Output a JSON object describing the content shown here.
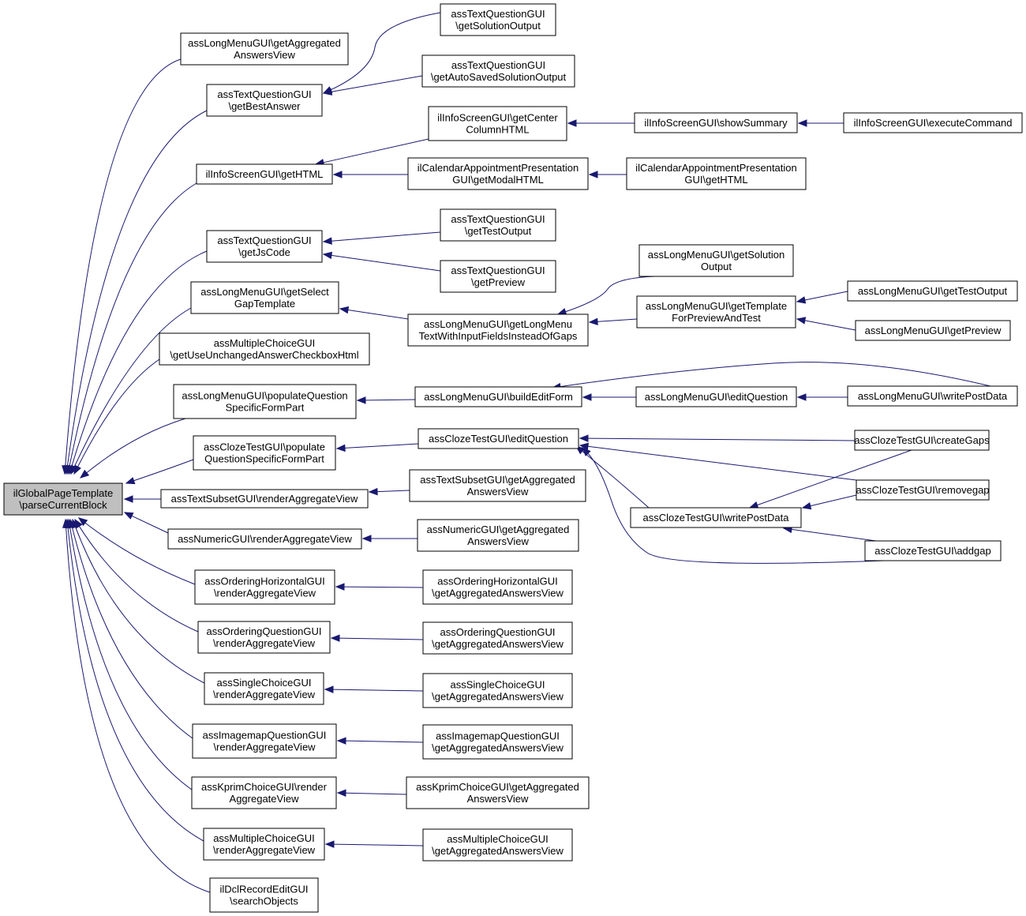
{
  "colors": {
    "edge": "#191970",
    "root_fill": "#bfbfbf",
    "node_fill": "#ffffff",
    "border": "#000000"
  },
  "nodes": [
    {
      "id": "root",
      "lines": [
        "ilGlobalPageTemplate",
        "\\parseCurrentBlock"
      ]
    },
    {
      "id": "lm_getAggregatedAnswersView",
      "lines": [
        "assLongMenuGUI\\getAggregated",
        "AnswersView"
      ]
    },
    {
      "id": "tq_getBestAnswer",
      "lines": [
        "assTextQuestionGUI",
        "\\getBestAnswer"
      ]
    },
    {
      "id": "is_getHTML",
      "lines": [
        "ilInfoScreenGUI\\getHTML"
      ]
    },
    {
      "id": "tq_getJsCode",
      "lines": [
        "assTextQuestionGUI",
        "\\getJsCode"
      ]
    },
    {
      "id": "lm_getSelectGapTemplate",
      "lines": [
        "assLongMenuGUI\\getSelect",
        "GapTemplate"
      ]
    },
    {
      "id": "mc_getUseUnchanged",
      "lines": [
        "assMultipleChoiceGUI",
        "\\getUseUnchangedAnswerCheckboxHtml"
      ]
    },
    {
      "id": "lm_populateQSFP",
      "lines": [
        "assLongMenuGUI\\populateQuestion",
        "SpecificFormPart"
      ]
    },
    {
      "id": "ct_populateQSFP",
      "lines": [
        "assClozeTestGUI\\populate",
        "QuestionSpecificFormPart"
      ]
    },
    {
      "id": "ts_renderAggregateView",
      "lines": [
        "assTextSubsetGUI\\renderAggregateView"
      ]
    },
    {
      "id": "num_renderAggregateView",
      "lines": [
        "assNumericGUI\\renderAggregateView"
      ]
    },
    {
      "id": "oh_renderAggregateView",
      "lines": [
        "assOrderingHorizontalGUI",
        "\\renderAggregateView"
      ]
    },
    {
      "id": "oq_renderAggregateView",
      "lines": [
        "assOrderingQuestionGUI",
        "\\renderAggregateView"
      ]
    },
    {
      "id": "sc_renderAggregateView",
      "lines": [
        "assSingleChoiceGUI",
        "\\renderAggregateView"
      ]
    },
    {
      "id": "im_renderAggregateView",
      "lines": [
        "assImagemapQuestionGUI",
        "\\renderAggregateView"
      ]
    },
    {
      "id": "kp_renderAggregateView",
      "lines": [
        "assKprimChoiceGUI\\render",
        "AggregateView"
      ]
    },
    {
      "id": "mc_renderAggregateView",
      "lines": [
        "assMultipleChoiceGUI",
        "\\renderAggregateView"
      ]
    },
    {
      "id": "dcl_searchObjects",
      "lines": [
        "ilDclRecordEditGUI",
        "\\searchObjects"
      ]
    },
    {
      "id": "tq_getSolutionOutput",
      "lines": [
        "assTextQuestionGUI",
        "\\getSolutionOutput"
      ]
    },
    {
      "id": "tq_getAutoSaved",
      "lines": [
        "assTextQuestionGUI",
        "\\getAutoSavedSolutionOutput"
      ]
    },
    {
      "id": "is_getCenterColumnHTML",
      "lines": [
        "ilInfoScreenGUI\\getCenter",
        "ColumnHTML"
      ]
    },
    {
      "id": "cap_getModalHTML",
      "lines": [
        "ilCalendarAppointmentPresentation",
        "GUI\\getModalHTML"
      ]
    },
    {
      "id": "tq_getTestOutput",
      "lines": [
        "assTextQuestionGUI",
        "\\getTestOutput"
      ]
    },
    {
      "id": "tq_getPreview",
      "lines": [
        "assTextQuestionGUI",
        "\\getPreview"
      ]
    },
    {
      "id": "lm_getLongMenuText",
      "lines": [
        "assLongMenuGUI\\getLongMenu",
        "TextWithInputFieldsInsteadOfGaps"
      ]
    },
    {
      "id": "lm_buildEditForm",
      "lines": [
        "assLongMenuGUI\\buildEditForm"
      ]
    },
    {
      "id": "ct_editQuestion",
      "lines": [
        "assClozeTestGUI\\editQuestion"
      ]
    },
    {
      "id": "ts_getAggregated",
      "lines": [
        "assTextSubsetGUI\\getAggregated",
        "AnswersView"
      ]
    },
    {
      "id": "num_getAggregated",
      "lines": [
        "assNumericGUI\\getAggregated",
        "AnswersView"
      ]
    },
    {
      "id": "oh_getAggregated",
      "lines": [
        "assOrderingHorizontalGUI",
        "\\getAggregatedAnswersView"
      ]
    },
    {
      "id": "oq_getAggregated",
      "lines": [
        "assOrderingQuestionGUI",
        "\\getAggregatedAnswersView"
      ]
    },
    {
      "id": "sc_getAggregated",
      "lines": [
        "assSingleChoiceGUI",
        "\\getAggregatedAnswersView"
      ]
    },
    {
      "id": "im_getAggregated",
      "lines": [
        "assImagemapQuestionGUI",
        "\\getAggregatedAnswersView"
      ]
    },
    {
      "id": "kp_getAggregated",
      "lines": [
        "assKprimChoiceGUI\\getAggregated",
        "AnswersView"
      ]
    },
    {
      "id": "mc_getAggregated",
      "lines": [
        "assMultipleChoiceGUI",
        "\\getAggregatedAnswersView"
      ]
    },
    {
      "id": "is_showSummary",
      "lines": [
        "ilInfoScreenGUI\\showSummary"
      ]
    },
    {
      "id": "cap_getHTML",
      "lines": [
        "ilCalendarAppointmentPresentation",
        "GUI\\getHTML"
      ]
    },
    {
      "id": "lm_getSolutionOutput",
      "lines": [
        "assLongMenuGUI\\getSolution",
        "Output"
      ]
    },
    {
      "id": "lm_getTemplateForPreview",
      "lines": [
        "assLongMenuGUI\\getTemplate",
        "ForPreviewAndTest"
      ]
    },
    {
      "id": "lm_editQuestion",
      "lines": [
        "assLongMenuGUI\\editQuestion"
      ]
    },
    {
      "id": "ct_writePostData",
      "lines": [
        "assClozeTestGUI\\writePostData"
      ]
    },
    {
      "id": "is_executeCommand",
      "lines": [
        "ilInfoScreenGUI\\executeCommand"
      ]
    },
    {
      "id": "lm_getTestOutput",
      "lines": [
        "assLongMenuGUI\\getTestOutput"
      ]
    },
    {
      "id": "lm_getPreview",
      "lines": [
        "assLongMenuGUI\\getPreview"
      ]
    },
    {
      "id": "lm_writePostData",
      "lines": [
        "assLongMenuGUI\\writePostData"
      ]
    },
    {
      "id": "ct_createGaps",
      "lines": [
        "assClozeTestGUI\\createGaps"
      ]
    },
    {
      "id": "ct_removegap",
      "lines": [
        "assClozeTestGUI\\removegap"
      ]
    },
    {
      "id": "ct_addgap",
      "lines": [
        "assClozeTestGUI\\addgap"
      ]
    }
  ],
  "edges": [
    {
      "from": "lm_getAggregatedAnswersView",
      "to": "root"
    },
    {
      "from": "tq_getBestAnswer",
      "to": "root"
    },
    {
      "from": "is_getHTML",
      "to": "root"
    },
    {
      "from": "tq_getJsCode",
      "to": "root"
    },
    {
      "from": "lm_getSelectGapTemplate",
      "to": "root"
    },
    {
      "from": "mc_getUseUnchanged",
      "to": "root"
    },
    {
      "from": "lm_populateQSFP",
      "to": "root"
    },
    {
      "from": "ct_populateQSFP",
      "to": "root"
    },
    {
      "from": "ts_renderAggregateView",
      "to": "root"
    },
    {
      "from": "num_renderAggregateView",
      "to": "root"
    },
    {
      "from": "oh_renderAggregateView",
      "to": "root"
    },
    {
      "from": "oq_renderAggregateView",
      "to": "root"
    },
    {
      "from": "sc_renderAggregateView",
      "to": "root"
    },
    {
      "from": "im_renderAggregateView",
      "to": "root"
    },
    {
      "from": "kp_renderAggregateView",
      "to": "root"
    },
    {
      "from": "mc_renderAggregateView",
      "to": "root"
    },
    {
      "from": "dcl_searchObjects",
      "to": "root"
    },
    {
      "from": "tq_getSolutionOutput",
      "to": "tq_getBestAnswer"
    },
    {
      "from": "tq_getAutoSaved",
      "to": "tq_getBestAnswer"
    },
    {
      "from": "is_getCenterColumnHTML",
      "to": "is_getHTML"
    },
    {
      "from": "cap_getModalHTML",
      "to": "is_getHTML"
    },
    {
      "from": "tq_getTestOutput",
      "to": "tq_getJsCode"
    },
    {
      "from": "tq_getPreview",
      "to": "tq_getJsCode"
    },
    {
      "from": "lm_getLongMenuText",
      "to": "lm_getSelectGapTemplate"
    },
    {
      "from": "lm_buildEditForm",
      "to": "lm_populateQSFP"
    },
    {
      "from": "ct_editQuestion",
      "to": "ct_populateQSFP"
    },
    {
      "from": "ts_getAggregated",
      "to": "ts_renderAggregateView"
    },
    {
      "from": "num_getAggregated",
      "to": "num_renderAggregateView"
    },
    {
      "from": "oh_getAggregated",
      "to": "oh_renderAggregateView"
    },
    {
      "from": "oq_getAggregated",
      "to": "oq_renderAggregateView"
    },
    {
      "from": "sc_getAggregated",
      "to": "sc_renderAggregateView"
    },
    {
      "from": "im_getAggregated",
      "to": "im_renderAggregateView"
    },
    {
      "from": "kp_getAggregated",
      "to": "kp_renderAggregateView"
    },
    {
      "from": "mc_getAggregated",
      "to": "mc_renderAggregateView"
    },
    {
      "from": "is_showSummary",
      "to": "is_getCenterColumnHTML"
    },
    {
      "from": "cap_getHTML",
      "to": "cap_getModalHTML"
    },
    {
      "from": "lm_getSolutionOutput",
      "to": "lm_getLongMenuText"
    },
    {
      "from": "lm_getTemplateForPreview",
      "to": "lm_getLongMenuText"
    },
    {
      "from": "lm_editQuestion",
      "to": "lm_buildEditForm"
    },
    {
      "from": "lm_writePostData",
      "to": "lm_buildEditForm"
    },
    {
      "from": "ct_writePostData",
      "to": "ct_editQuestion"
    },
    {
      "from": "ct_createGaps",
      "to": "ct_editQuestion"
    },
    {
      "from": "ct_removegap",
      "to": "ct_editQuestion"
    },
    {
      "from": "ct_addgap",
      "to": "ct_editQuestion"
    },
    {
      "from": "is_executeCommand",
      "to": "is_showSummary"
    },
    {
      "from": "lm_getTestOutput",
      "to": "lm_getTemplateForPreview"
    },
    {
      "from": "lm_getPreview",
      "to": "lm_getTemplateForPreview"
    },
    {
      "from": "lm_writePostData",
      "to": "lm_editQuestion"
    },
    {
      "from": "ct_createGaps",
      "to": "ct_writePostData"
    },
    {
      "from": "ct_removegap",
      "to": "ct_writePostData"
    },
    {
      "from": "ct_addgap",
      "to": "ct_writePostData"
    }
  ]
}
